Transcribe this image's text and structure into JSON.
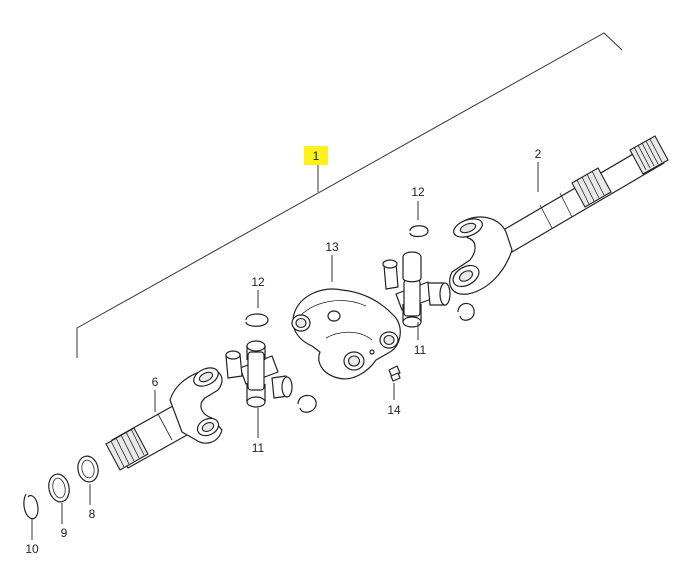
{
  "diagram": {
    "callouts": {
      "c1": "1",
      "c2": "2",
      "c6": "6",
      "c8": "8",
      "c9": "9",
      "c10": "10",
      "c11a": "11",
      "c11b": "11",
      "c12a": "12",
      "c12b": "12",
      "c13": "13",
      "c14": "14"
    },
    "highlight_color": "#fff21a"
  }
}
